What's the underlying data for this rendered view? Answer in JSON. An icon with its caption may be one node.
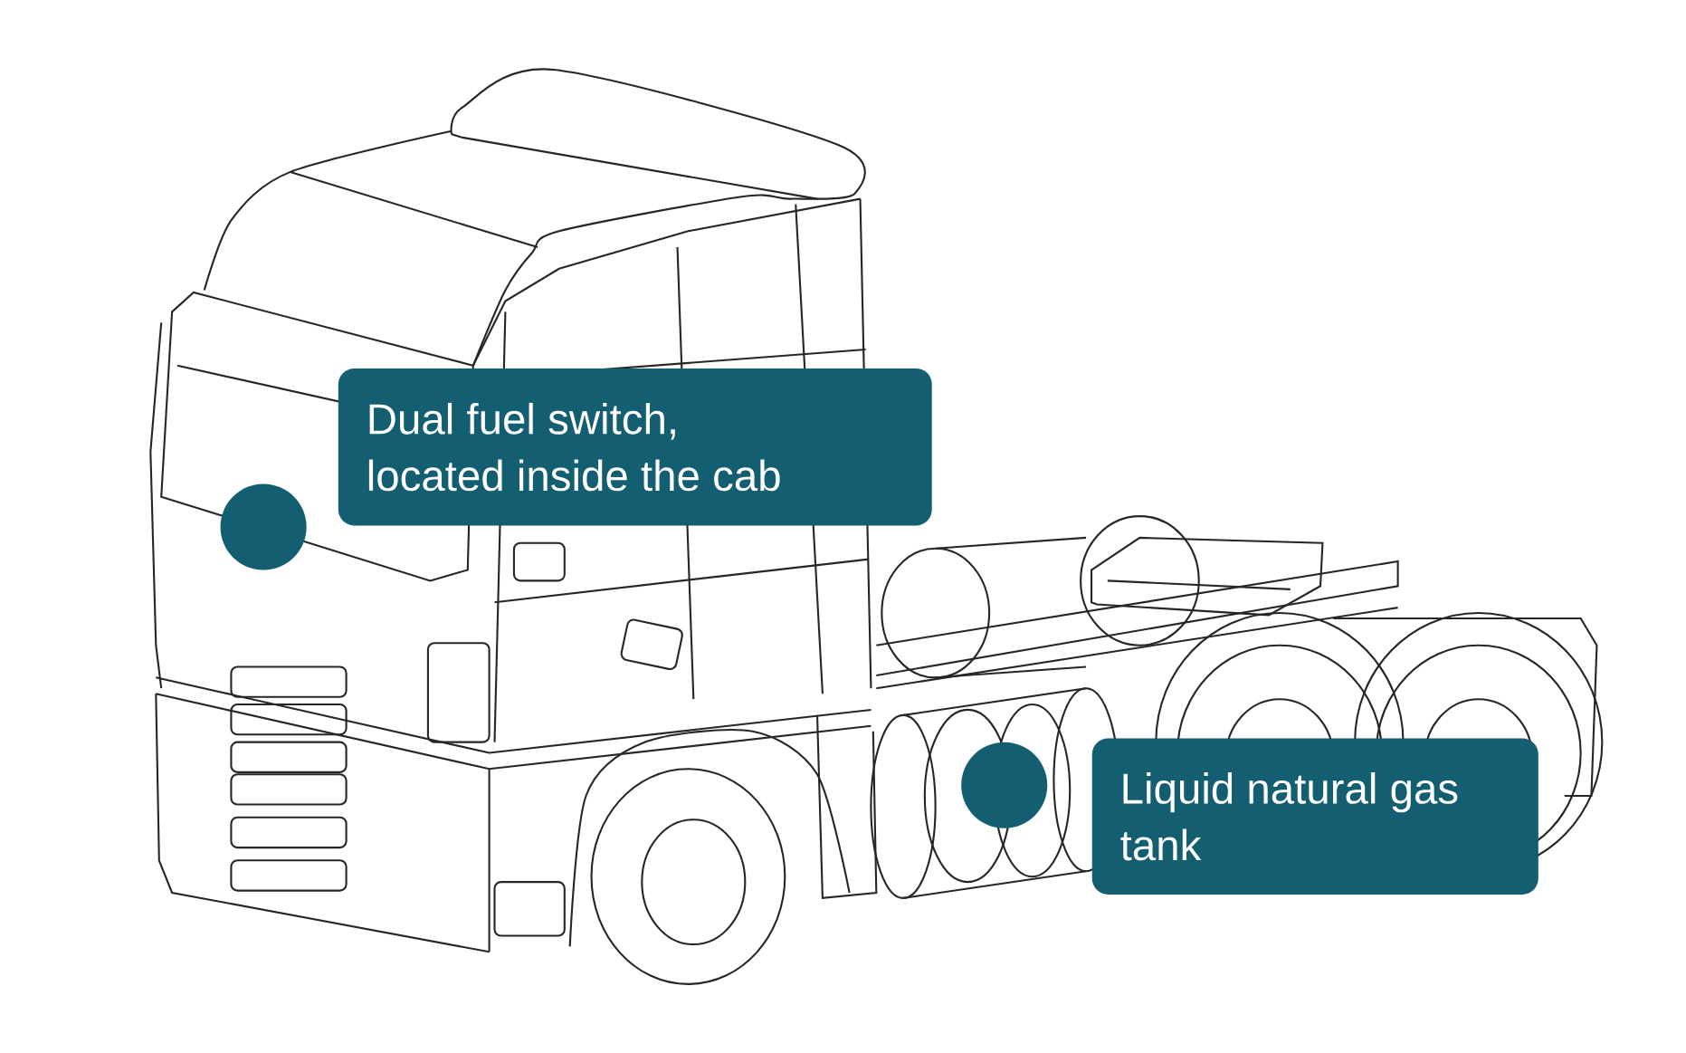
{
  "diagram": {
    "nodes": [
      {
        "text": [
          "Dual fuel switch, located inside the cab"
        ]
      },
      {
        "text": [],
        "shape": "circle"
      },
      {
        "text": [
          "Liquid natural gas tank"
        ]
      },
      {
        "text": [],
        "shape": "circle"
      }
    ]
  }
}
